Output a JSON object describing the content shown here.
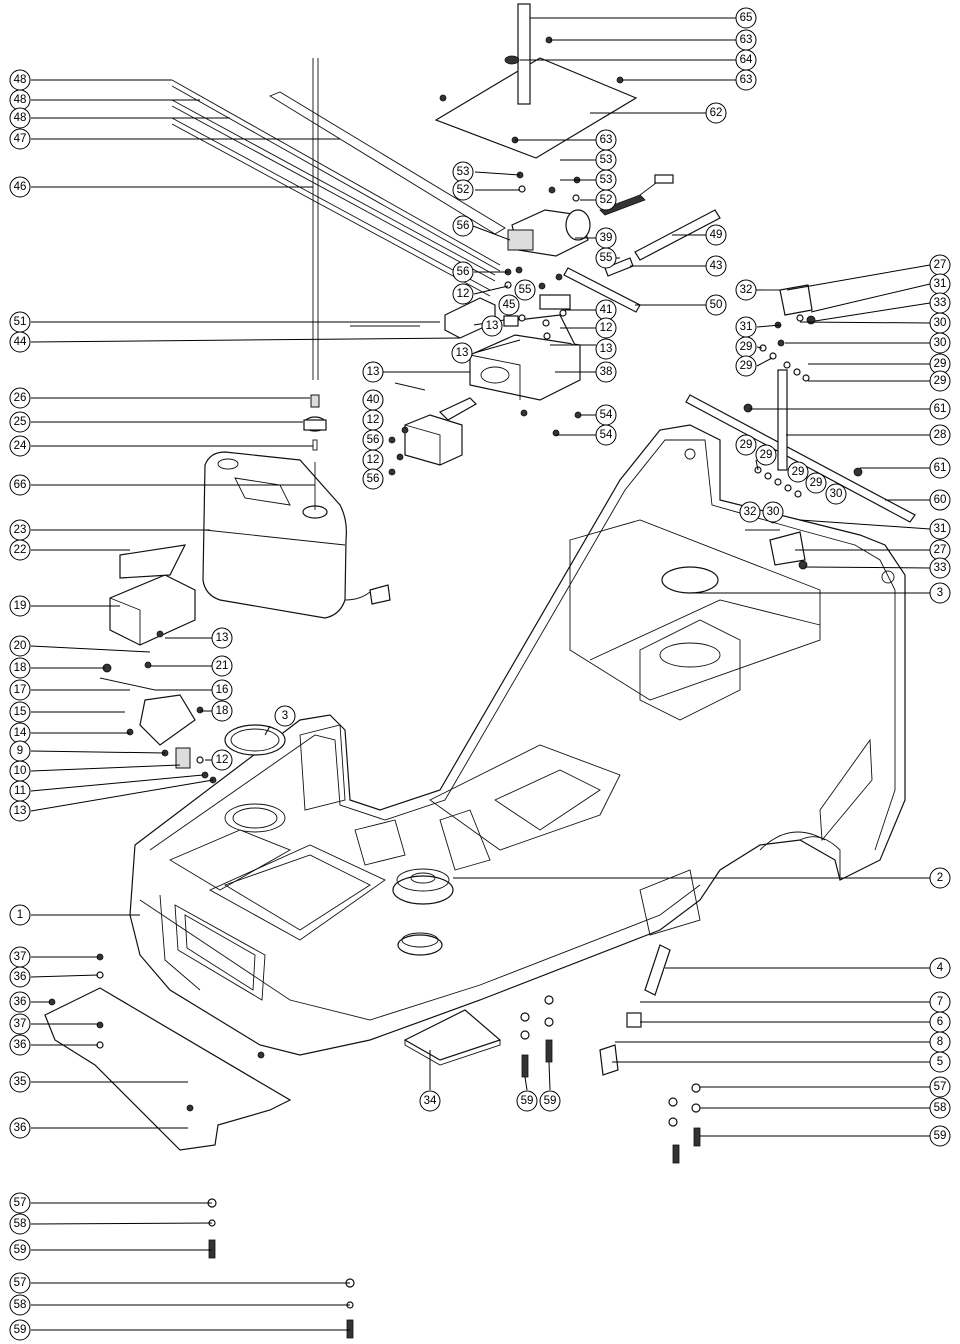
{
  "callouts": {
    "c1": "1",
    "c2": "2",
    "c3a": "3",
    "c3b": "3",
    "c4": "4",
    "c5": "5",
    "c6": "6",
    "c7": "7",
    "c8": "8",
    "c9": "9",
    "c10": "10",
    "c11": "11",
    "c12a": "12",
    "c12b": "12",
    "c12c": "12",
    "c12d": "12",
    "c12e": "12",
    "c13a": "13",
    "c13b": "13",
    "c13c": "13",
    "c13d": "13",
    "c13e": "13",
    "c13f": "13",
    "c14": "14",
    "c15": "15",
    "c16": "16",
    "c17": "17",
    "c18a": "18",
    "c18b": "18",
    "c19": "19",
    "c20": "20",
    "c21": "21",
    "c22": "22",
    "c23": "23",
    "c24": "24",
    "c25": "25",
    "c26": "26",
    "c27a": "27",
    "c27b": "27",
    "c28": "28",
    "c29a": "29",
    "c29b": "29",
    "c29c": "29",
    "c29d": "29",
    "c29e": "29",
    "c29f": "29",
    "c29g": "29",
    "c29h": "29",
    "c30a": "30",
    "c30b": "30",
    "c30c": "30",
    "c30d": "30",
    "c31a": "31",
    "c31b": "31",
    "c31c": "31",
    "c32a": "32",
    "c32b": "32",
    "c33a": "33",
    "c33b": "33",
    "c34": "34",
    "c35": "35",
    "c36a": "36",
    "c36b": "36",
    "c36c": "36",
    "c36d": "36",
    "c37a": "37",
    "c37b": "37",
    "c38": "38",
    "c39": "39",
    "c40": "40",
    "c41": "41",
    "c43": "43",
    "c44": "44",
    "c45": "45",
    "c46": "46",
    "c47": "47",
    "c48a": "48",
    "c48b": "48",
    "c48c": "48",
    "c49": "49",
    "c50": "50",
    "c51": "51",
    "c52a": "52",
    "c52b": "52",
    "c53a": "53",
    "c53b": "53",
    "c53c": "53",
    "c54a": "54",
    "c54b": "54",
    "c55a": "55",
    "c55b": "55",
    "c56a": "56",
    "c56b": "56",
    "c56c": "56",
    "c56d": "56",
    "c57a": "57",
    "c57b": "57",
    "c57c": "57",
    "c58a": "58",
    "c58b": "58",
    "c58c": "58",
    "c59a": "59",
    "c59b": "59",
    "c59c": "59",
    "c59d": "59",
    "c59e": "59",
    "c60": "60",
    "c61a": "61",
    "c61b": "61",
    "c62": "62",
    "c63a": "63",
    "c63b": "63",
    "c63c": "63",
    "c64": "64",
    "c65": "65",
    "c66": "66"
  }
}
